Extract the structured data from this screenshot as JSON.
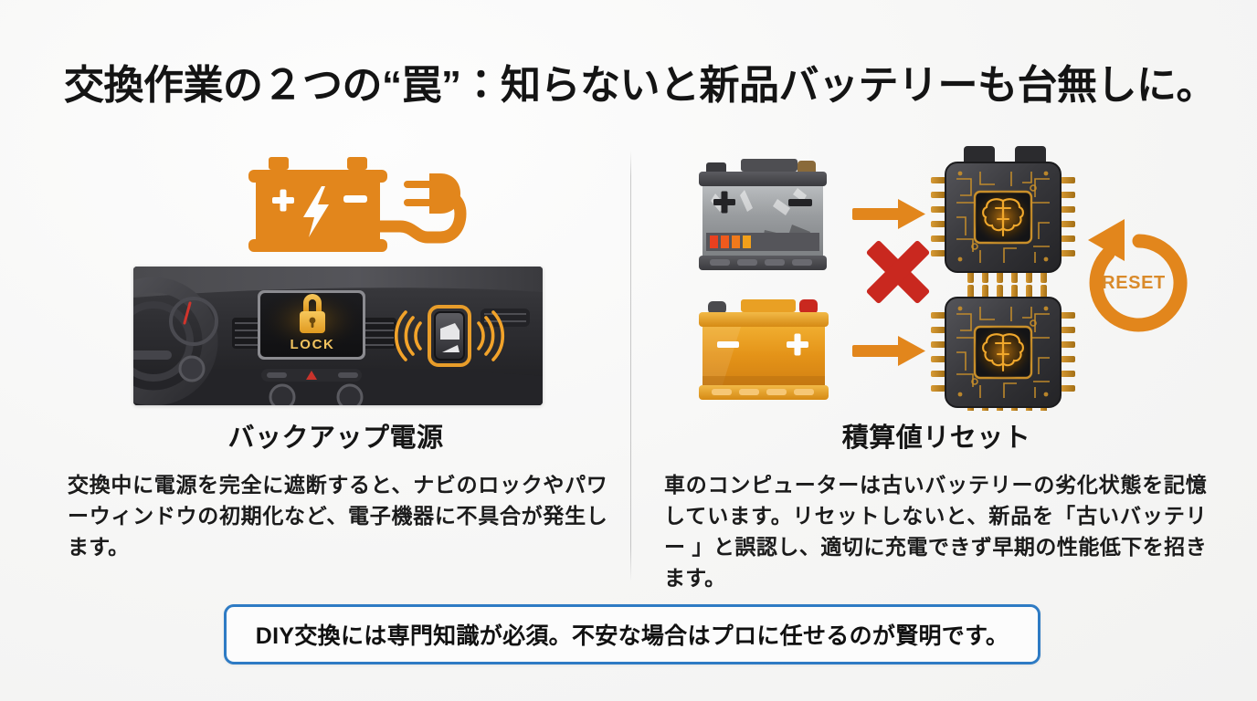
{
  "page": {
    "background_color": "#f7f7f6",
    "title": "交換作業の２つの“罠”：知らないと新品バッテリーも台無しに。"
  },
  "columns": [
    {
      "id": "backup-power",
      "heading": "バックアップ電源",
      "body": "交換中に電源を完全に遮断すると、ナビのロックやパワーウィンドウの初期化など、電子機器に不具合が発生します。",
      "illustration": {
        "battery_plug_icon": {
          "name": "battery-plug-icon",
          "color": "#e2861c",
          "plus_label": "+",
          "minus_label": "−",
          "bolt": "lightning-bolt"
        },
        "dashboard": {
          "name": "car-dashboard-photo",
          "screen_label": "LOCK",
          "screen_icon": "padlock-icon",
          "screen_glow_color": "#f0a92c",
          "window_switch": {
            "name": "power-window-switch",
            "highlight_color": "#f2a32a",
            "signal_waves": 3
          },
          "hazard_icon": "hazard-triangle-icon",
          "steering_wheel": "steering-wheel"
        }
      }
    },
    {
      "id": "accumulated-value-reset",
      "heading": "積算値リセット",
      "body": "車のコンピューターは古いバッテリーの劣化状態を記憶しています。リセットしないと、新品を「古いバッテリー 」と誤認し、適切に充電できず早期の性能低下を招きます。",
      "illustration": {
        "old_battery": {
          "name": "old-battery-icon",
          "label_plus": "+",
          "label_minus": "−",
          "body_color": "#8c8c90",
          "case_color": "#4a4a4e",
          "charge_bars": 4,
          "charge_bar_colors": [
            "#e8401f",
            "#ef5a1d",
            "#f07a1c",
            "#f2a01b"
          ]
        },
        "new_battery": {
          "name": "new-battery-icon",
          "label_plus": "+",
          "label_minus": "−",
          "body_color": "#e8991f",
          "terminal_positive_color": "#c9281f",
          "terminal_negative_color": "#4a4a4e"
        },
        "ecu_chips": [
          {
            "name": "ecu-chip-icon-top",
            "inner_icon": "brain-icon",
            "glow_color": "#e8991f"
          },
          {
            "name": "ecu-chip-icon-bottom",
            "inner_icon": "brain-icon",
            "glow_color": "#e8991f"
          }
        ],
        "arrows": [
          {
            "name": "arrow-old-to-chip",
            "direction": "right",
            "color": "#e2861c"
          },
          {
            "name": "arrow-new-to-chip",
            "direction": "right",
            "color": "#e2861c"
          }
        ],
        "cross_mark": {
          "name": "red-x-icon",
          "color": "#c9281f"
        },
        "reset_badge": {
          "name": "reset-icon",
          "label": "RESET",
          "color": "#e2861c"
        }
      }
    }
  ],
  "banner": {
    "name": "conclusion-banner",
    "text": "DIY交換には専門知識が必須。不安な場合はプロに任せるのが賢明です。",
    "border_color": "#2e7bc4",
    "background_color": "#fcfcfc"
  }
}
